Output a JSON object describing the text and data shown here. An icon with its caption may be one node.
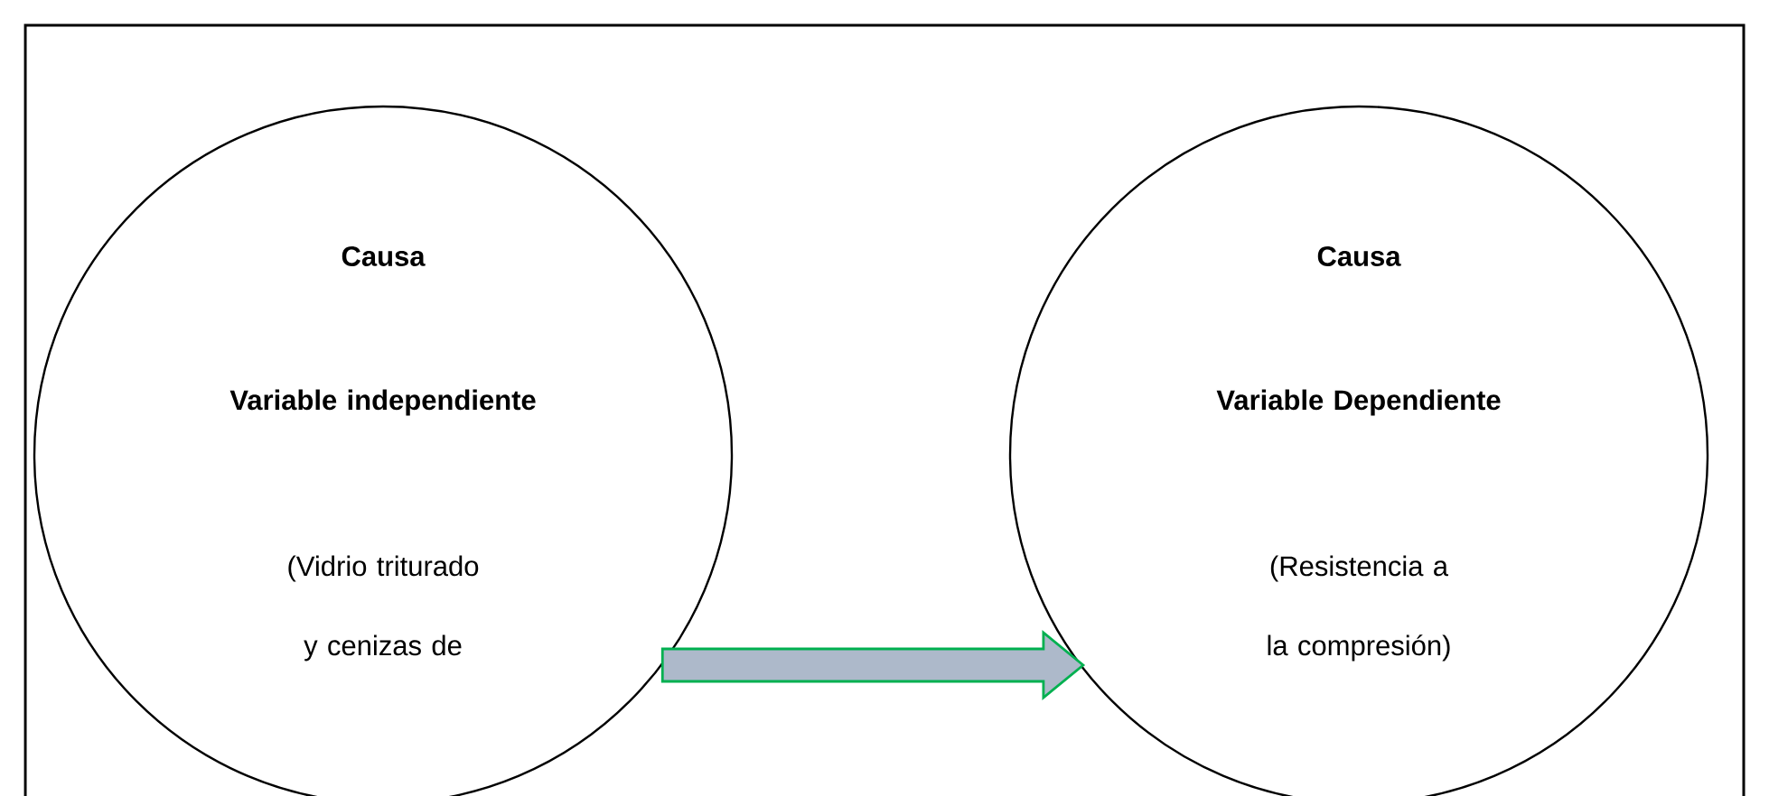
{
  "diagram": {
    "nodes": [
      {
        "text": [
          "Causa",
          "Variable independiente",
          "(Vidrio triturado y cenizas de"
        ]
      },
      {
        "text": [
          "Causa",
          "Variable Dependiente",
          "(Resistencia a la compresión)"
        ]
      }
    ],
    "edges": [
      {
        "from": 0,
        "to": 1,
        "arrow": "to",
        "color": "#00b050"
      }
    ]
  }
}
